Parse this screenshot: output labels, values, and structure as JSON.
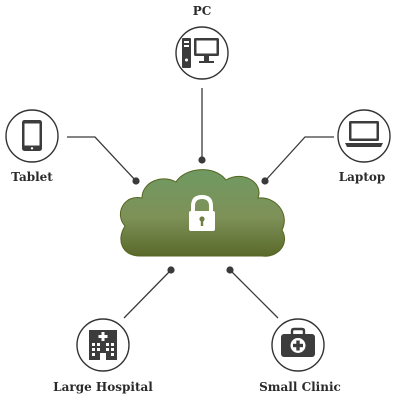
{
  "nodes": {
    "pc": {
      "label": "PC",
      "icon": "desktop-computer-icon"
    },
    "tablet": {
      "label": "Tablet",
      "icon": "tablet-icon"
    },
    "laptop": {
      "label": "Laptop",
      "icon": "laptop-icon"
    },
    "large_hospital": {
      "label": "Large Hospital",
      "icon": "hospital-building-icon"
    },
    "small_clinic": {
      "label": "Small Clinic",
      "icon": "medical-kit-icon"
    }
  },
  "cloud": {
    "icon": "padlock-icon"
  },
  "colors": {
    "cloud_top": "#6f9a62",
    "cloud_bottom": "#59692a",
    "icon_dark": "#3c3c3c",
    "line": "#3a3a3a"
  }
}
